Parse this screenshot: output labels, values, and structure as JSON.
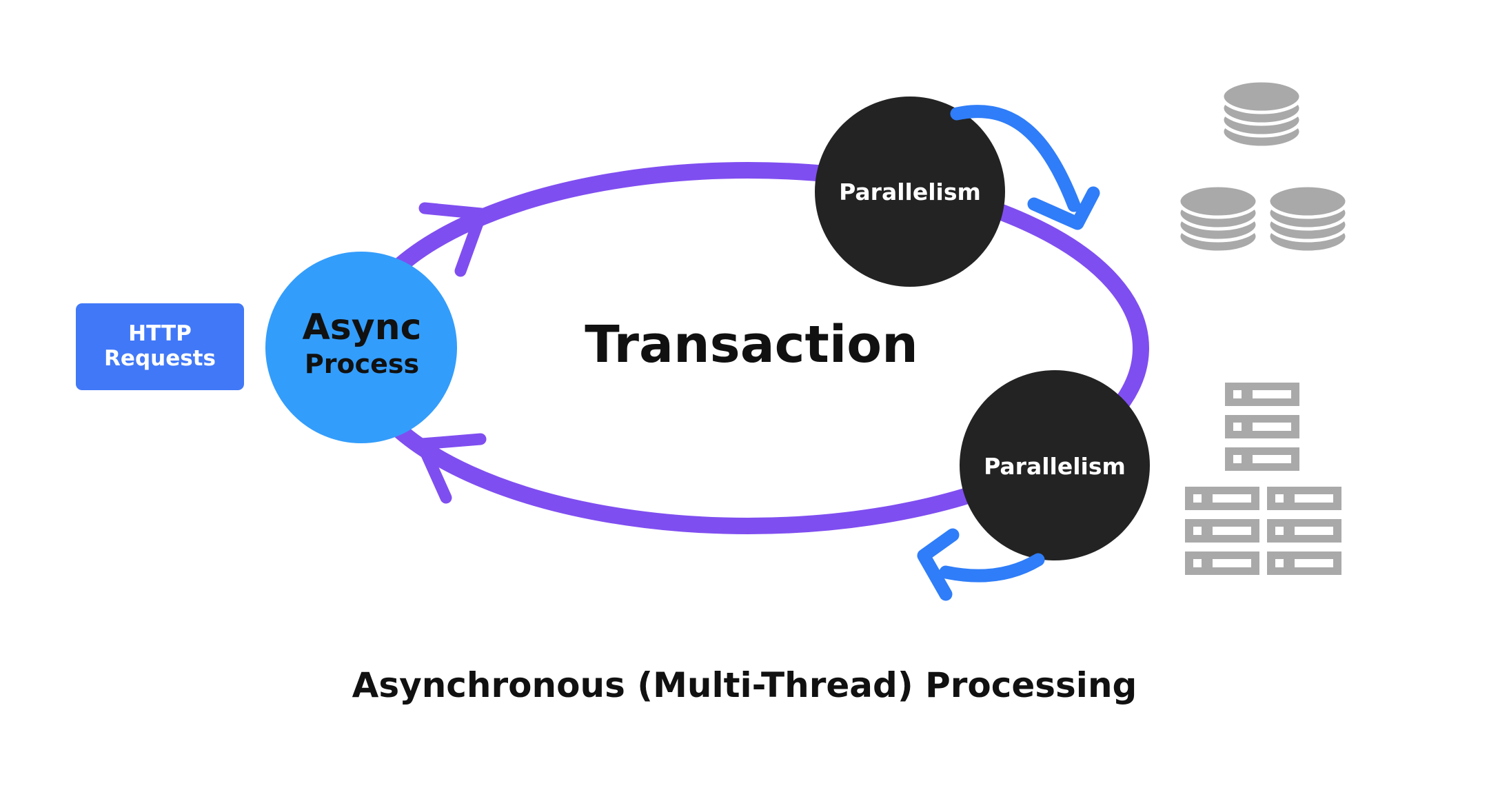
{
  "diagram": {
    "title": "Asynchronous (Multi-Thread) Processing",
    "center_label": "Transaction",
    "http_box": {
      "line1": "HTTP",
      "line2": "Requests",
      "color": "#4178F7"
    },
    "async_node": {
      "line1": "Async",
      "line2": "Process",
      "color": "#339DFB"
    },
    "parallel_nodes": [
      {
        "label": "Parallelism",
        "color": "#232323"
      },
      {
        "label": "Parallelism",
        "color": "#232323"
      }
    ],
    "colors": {
      "loop": "#7F4EF0",
      "parallel_arrows": "#2F7DF8",
      "storage_icons": "#A9A9A9",
      "text": "#111111"
    },
    "icons": {
      "database": "database-stack-icon",
      "servers": "server-rack-icon"
    }
  }
}
